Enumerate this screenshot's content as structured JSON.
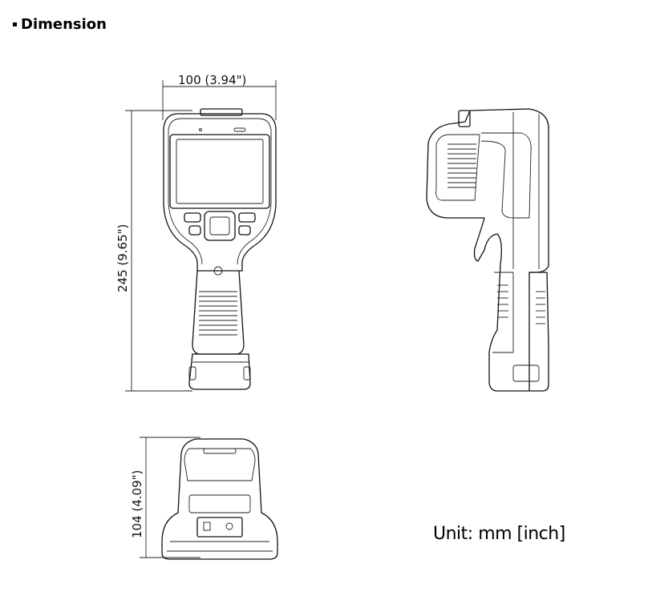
{
  "header": {
    "title": "Dimension"
  },
  "dimensions": {
    "width": "100 (3.94\")",
    "height": "245 (9.65\")",
    "depth": "104 (4.09\")"
  },
  "unit_label": "Unit: mm [inch]",
  "icons": {
    "bullet": "square-bullet-icon"
  }
}
